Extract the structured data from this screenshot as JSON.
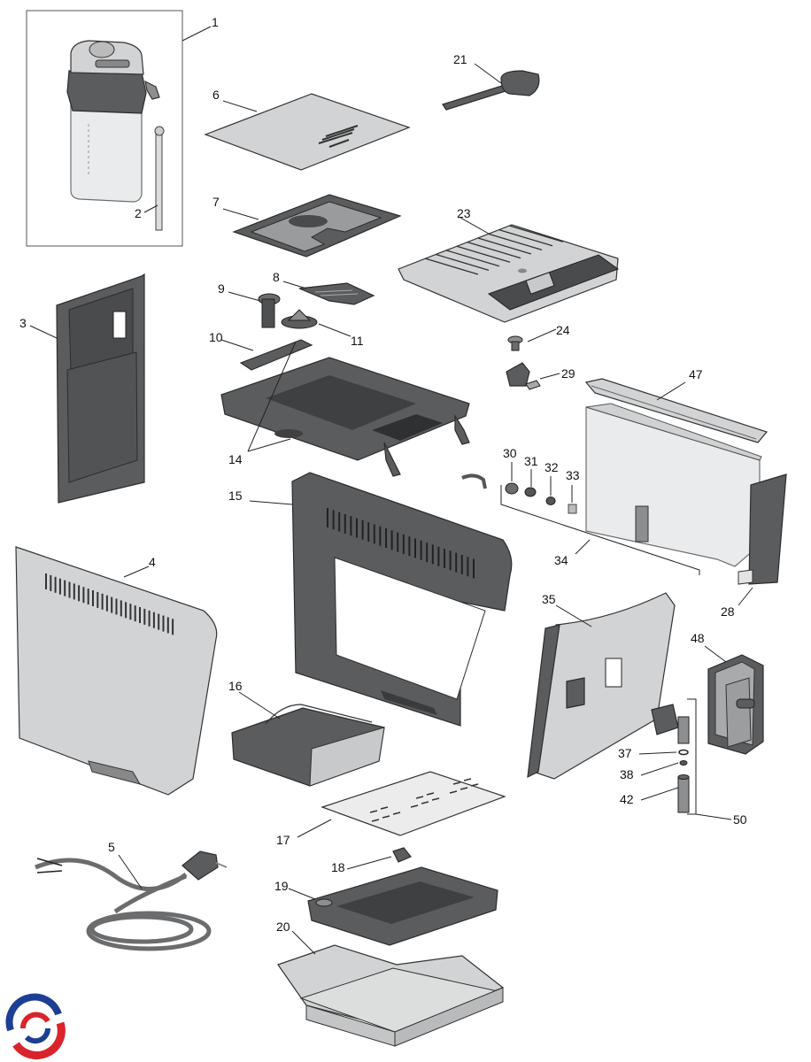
{
  "labels": {
    "p1": "1",
    "p2": "2",
    "p3": "3",
    "p4": "4",
    "p5": "5",
    "p6": "6",
    "p7": "7",
    "p8": "8",
    "p9": "9",
    "p10": "10",
    "p11": "11",
    "p14": "14",
    "p15": "15",
    "p16": "16",
    "p17": "17",
    "p18": "18",
    "p19": "19",
    "p20": "20",
    "p21": "21",
    "p23": "23",
    "p24": "24",
    "p28": "28",
    "p29": "29",
    "p30": "30",
    "p31": "31",
    "p32": "32",
    "p33": "33",
    "p34": "34",
    "p35": "35",
    "p37": "37",
    "p38": "38",
    "p42": "42",
    "p47": "47",
    "p48": "48",
    "p50": "50"
  },
  "colors": {
    "dark_plastic": "#5b5c5e",
    "mid_plastic": "#8d8e90",
    "light_panel": "#d2d3d4",
    "pale_tray": "#ececec",
    "logo_red": "#d9242b",
    "logo_blue": "#1d3f93"
  },
  "logo": {
    "icon": "brand-swirl-icon"
  }
}
